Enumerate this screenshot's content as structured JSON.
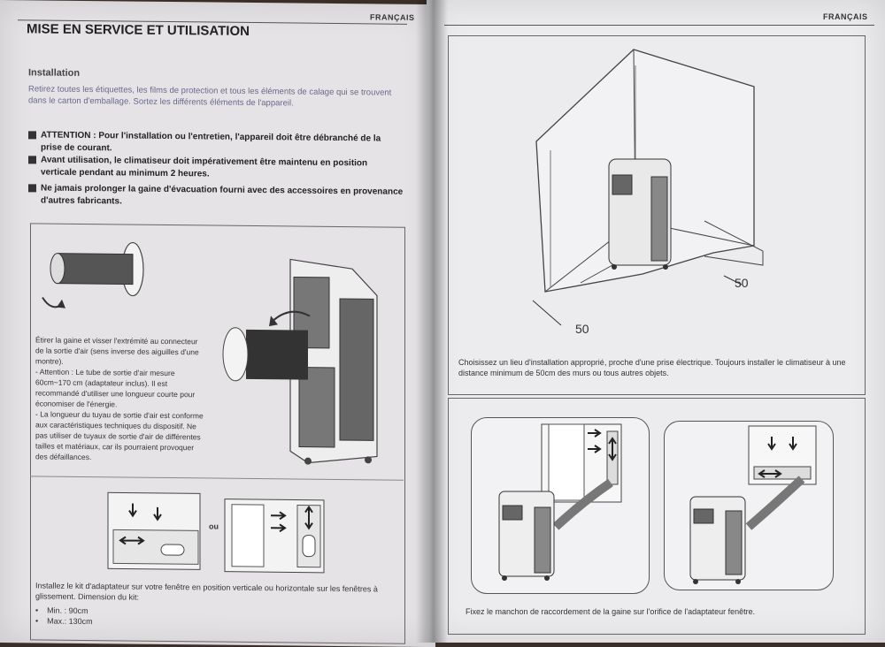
{
  "left": {
    "lang": "FRANÇAIS",
    "title": "MISE EN SERVICE ET UTILISATION",
    "subtitle": "Installation",
    "intro": "Retirez toutes les étiquettes, les films de protection et tous les éléments de calage qui se trouvent dans le carton d'emballage. Sortez les différents éléments de l'appareil.",
    "warnings": [
      "ATTENTION : Pour l'installation ou l'entretien, l'appareil doit être débranché de la prise de courant.",
      "Avant utilisation, le climatiseur doit impérativement être maintenu en position verticale pendant au minimum 2 heures.",
      "Ne jamais prolonger la gaine d'évacuation fourni avec des accessoires en provenance d'autres fabricants."
    ],
    "step1": [
      "Étirer la gaine et visser l'extrémité au connecteur de la sortie d'air (sens inverse des aiguilles d'une montre).",
      "- Attention : Le tube de sortie d'air mesure 60cm~170 cm (adaptateur inclus). Il est recommandé d'utiliser une longueur courte pour économiser de l'énergie.",
      "- La longueur du tuyau de sortie d'air est conforme aux caractéristiques techniques du dispositif. Ne pas utiliser de tuyaux de sortie d'air de différentes tailles et matériaux, car ils pourraient provoquer des défaillances."
    ],
    "ou": "ou",
    "kit_caption": "Installez le kit d'adaptateur sur votre fenêtre en position verticale ou horizontale sur les fenêtres à glissement. Dimension du kit:",
    "kit_dims": [
      "Min. : 90cm",
      "Max.: 130cm"
    ]
  },
  "right": {
    "lang": "FRANÇAIS",
    "dim_a": "50",
    "dim_b": "50",
    "place_caption": "Choisissez un lieu d'installation approprié, proche d'une prise électrique. Toujours installer le climatiseur à une distance minimum de 50cm des murs ou tous autres objets.",
    "fix_caption": "Fixez le manchon de raccordement de la gaine sur l'orifice de l'adaptateur fenêtre."
  }
}
